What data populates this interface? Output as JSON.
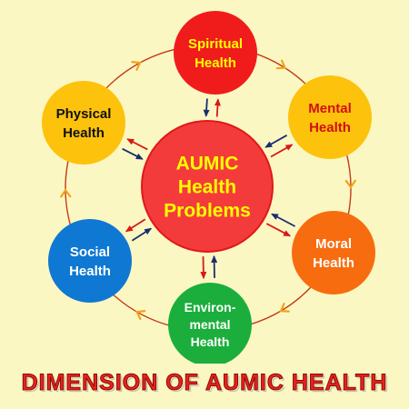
{
  "center": {
    "lines": [
      "AUMIC",
      "Health",
      "Problems"
    ],
    "fill": "#F43B3B",
    "stroke": "#E01818",
    "text_color": "#FFFF00"
  },
  "nodes": [
    {
      "id": "spiritual",
      "lines": [
        "Spiritual",
        "Health"
      ],
      "fill": "#F01C1C",
      "text_color": "#FFFF00"
    },
    {
      "id": "mental",
      "lines": [
        "Mental",
        "Health"
      ],
      "fill": "#FDC20C",
      "text_color": "#D01010"
    },
    {
      "id": "moral",
      "lines": [
        "Moral",
        "Health"
      ],
      "fill": "#F86C10",
      "text_color": "#FFFFFF"
    },
    {
      "id": "environmental",
      "lines": [
        "Environ-",
        "mental",
        "Health"
      ],
      "fill": "#1BAE3C",
      "text_color": "#FFFFFF"
    },
    {
      "id": "social",
      "lines": [
        "Social",
        "Health"
      ],
      "fill": "#0F78D2",
      "text_color": "#FFFFFF"
    },
    {
      "id": "physical",
      "lines": [
        "Physical",
        "Health"
      ],
      "fill": "#FDC20C",
      "text_color": "#111111"
    }
  ],
  "footer": {
    "title": "DIMENSION OF AUMIC HEALTH"
  },
  "colors": {
    "background": "#FBF7C2",
    "ring_line": "#C43A1A",
    "ring_arrowhead": "#F2A21A",
    "arrow_outward": "#D81818",
    "arrow_inward": "#1A2E6E"
  }
}
